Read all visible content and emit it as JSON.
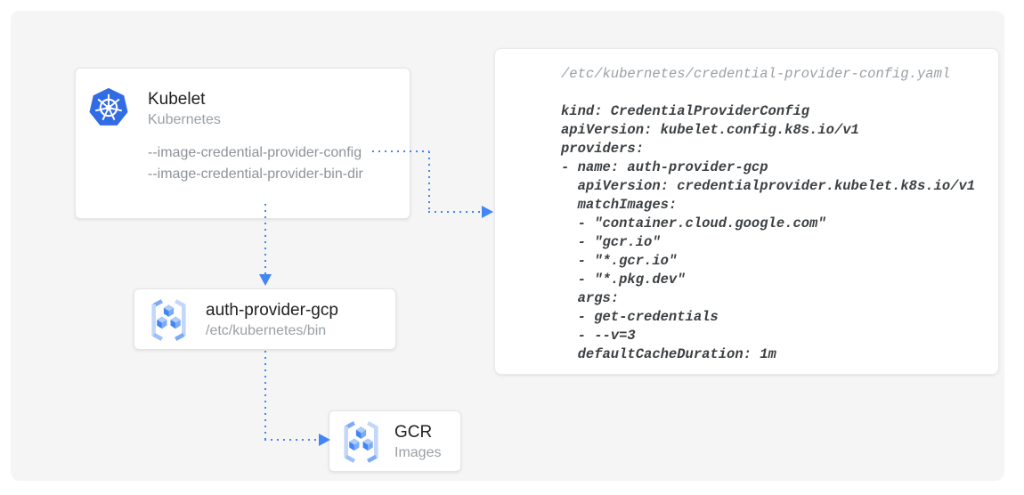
{
  "diagram": {
    "kubelet": {
      "title": "Kubelet",
      "subtitle": "Kubernetes",
      "flags": [
        "--image-credential-provider-config",
        "--image-credential-provider-bin-dir"
      ]
    },
    "auth_provider": {
      "title": "auth-provider-gcp",
      "subtitle": "/etc/kubernetes/bin"
    },
    "gcr": {
      "title": "GCR",
      "subtitle": "Images"
    },
    "config_file": {
      "filename": "/etc/kubernetes/credential-provider-config.yaml",
      "lines": [
        "kind: CredentialProviderConfig",
        "apiVersion: kubelet.config.k8s.io/v1",
        "providers:",
        "- name: auth-provider-gcp",
        "  apiVersion: credentialprovider.kubelet.k8s.io/v1",
        "  matchImages:",
        "  - \"container.cloud.google.com\"",
        "  - \"gcr.io\"",
        "  - \"*.gcr.io\"",
        "  - \"*.pkg.dev\"",
        "  args:",
        "  - get-credentials",
        "  - --v=3",
        "  defaultCacheDuration: 1m"
      ]
    },
    "icons": {
      "kubelet": "kubernetes-logo",
      "auth_provider": "container-registry-icon",
      "gcr": "container-registry-icon"
    }
  },
  "colors": {
    "arrow_blue": "#4285F4",
    "kubernetes_blue": "#326CE5",
    "canvas_bg": "#F5F5F5",
    "title_text": "#212121",
    "subtitle_text": "#9AA0A6",
    "flag_text": "#8E9399",
    "code_text": "#3C4043",
    "filename_text": "#9AA0A6",
    "cube_top": "#AECBFA",
    "cube_left": "#4285F4",
    "cube_right": "#7BAAF7",
    "bracket_light": "#C3D7FB",
    "bracket_mid": "#7BAAF7"
  }
}
